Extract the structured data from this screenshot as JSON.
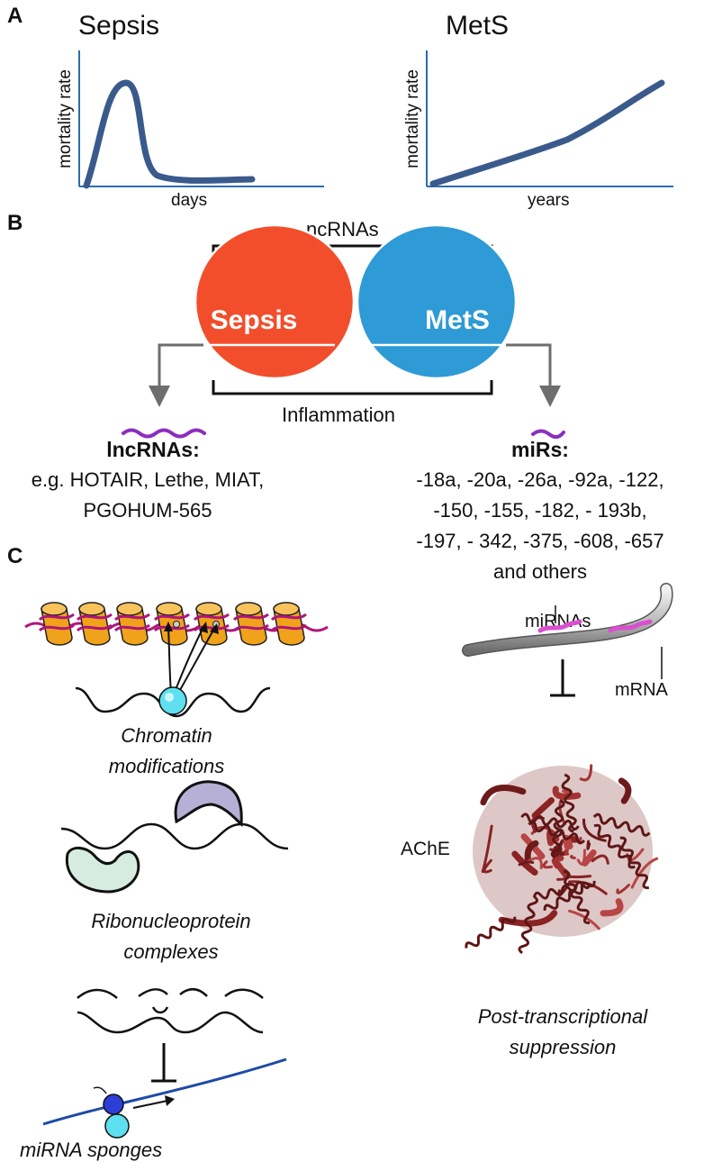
{
  "panel_a": {
    "label": "A",
    "charts": [
      {
        "title": "Sepsis",
        "ylabel": "mortality rate",
        "xlabel": "days"
      },
      {
        "title": "MetS",
        "ylabel": "mortality rate",
        "xlabel": "years"
      }
    ]
  },
  "panel_b": {
    "label": "B",
    "top_bracket_label": "ncRNAs",
    "bottom_bracket_label": "Inflammation",
    "left_circle_label": "Sepsis",
    "right_circle_label": "MetS",
    "lnc": {
      "heading": "lncRNAs:",
      "line1": "e.g. HOTAIR, Lethe, MIAT,",
      "line2": "PGOHUM-565"
    },
    "mir": {
      "heading": "miRs:",
      "line1": "-18a, -20a, -26a, -92a, -122,",
      "line2": "-150, -155, -182, - 193b,",
      "line3": "-197, - 342, -375, -608, -657",
      "line4": "and others"
    }
  },
  "panel_c": {
    "label": "C",
    "chromatin": {
      "line1": "Chromatin",
      "line2": "modifications"
    },
    "ribonucleo": {
      "line1": "Ribonucleoprotein",
      "line2": "complexes"
    },
    "sponges": "miRNA sponges",
    "mirnas_label": "miRNAs",
    "mrna_label": "mRNA",
    "ache_label": "AChE",
    "posttrans": {
      "line1": "Post-transcriptional",
      "line2": "suppression"
    }
  },
  "colors": {
    "curve": "#3a5a8c",
    "axis": "#2b6cb0",
    "sepsis": "#f24e2c",
    "mets": "#2e9ad6",
    "overlap": "#8b2fbe",
    "lnc_squiggle": "#8a2fc0",
    "nucleosome": "#f0a21a",
    "dna": "#b0157a",
    "cyan_ball": "#5fe0f0",
    "sponge_line": "#1d4aa8",
    "protein": "#8a2323"
  }
}
